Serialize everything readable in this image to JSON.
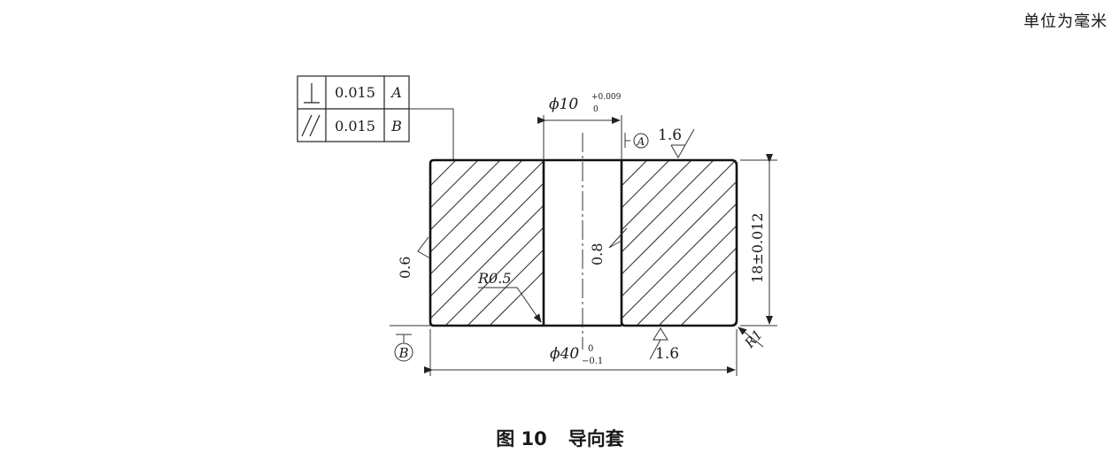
{
  "units_note": "单位为毫米",
  "caption": {
    "number": "图 10",
    "title": "导向套"
  },
  "tolerance_frame": [
    {
      "symbol": "perpendicularity",
      "value": "0.015",
      "datum": "A"
    },
    {
      "symbol": "parallelism",
      "value": "0.015",
      "datum": "B"
    }
  ],
  "dimensions": {
    "bore_prefix": "ϕ10",
    "bore_upper": "+0.009",
    "bore_lower": "0",
    "outer_prefix": "ϕ40",
    "outer_upper": "0",
    "outer_lower": "−0.1",
    "height": "18±0.012",
    "bore_fillet": "R0.5",
    "outer_fillet": "R1"
  },
  "roughness": {
    "top": "1.6",
    "bottom": "1.6",
    "bore": "0.8",
    "outer": "0.6"
  },
  "datums": {
    "top": "A",
    "bottom": "B"
  }
}
